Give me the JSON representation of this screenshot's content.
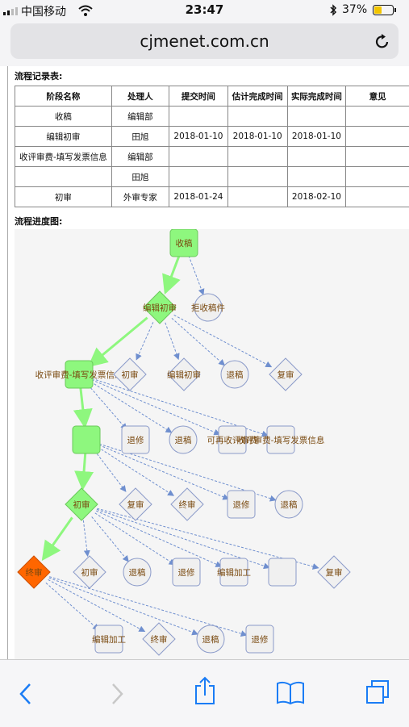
{
  "status_bar": {
    "carrier": "中国移动",
    "time": "23:47",
    "battery": "37%"
  },
  "browser": {
    "url": "cjmenet.com.cn"
  },
  "records": {
    "title": "流程记录表:",
    "headers": [
      "阶段名称",
      "处理人",
      "提交时间",
      "估计完成时间",
      "实际完成时间",
      "意见"
    ],
    "rows": [
      [
        "收稿",
        "编辑部",
        "",
        "",
        "",
        ""
      ],
      [
        "编辑初审",
        "田旭",
        "2018-01-10",
        "2018-01-10",
        "2018-01-10",
        ""
      ],
      [
        "收评审费-填写发票信息",
        "编辑部",
        "",
        "",
        "",
        ""
      ],
      [
        "",
        "田旭",
        "",
        "",
        "",
        ""
      ],
      [
        "初审",
        "外审专家",
        "2018-01-24",
        "",
        "2018-02-10",
        ""
      ]
    ]
  },
  "diagram": {
    "title": "流程进度图:",
    "colors": {
      "done": "#8ef77e",
      "current": "#ff6600",
      "pending": "#f0f0f0",
      "flow_line": "#8ef77e",
      "branch_line": "#6f8fcf",
      "label": "#7a4a10"
    },
    "nodes": [
      {
        "id": "n1",
        "label": "收稿",
        "shape": "rect",
        "state": "done"
      },
      {
        "id": "n2",
        "label": "编辑初审",
        "shape": "diamond",
        "state": "done"
      },
      {
        "id": "n3",
        "label": "拒收稿件",
        "shape": "circle",
        "state": "pending"
      },
      {
        "id": "n4",
        "label": "收评审费-填写发票信息",
        "shape": "rect",
        "state": "done"
      },
      {
        "id": "n5",
        "label": "初审",
        "shape": "diamond",
        "state": "pending"
      },
      {
        "id": "n6",
        "label": "编辑初审",
        "shape": "diamond",
        "state": "pending"
      },
      {
        "id": "n7",
        "label": "退稿",
        "shape": "circle",
        "state": "pending"
      },
      {
        "id": "n8",
        "label": "复审",
        "shape": "diamond",
        "state": "pending"
      },
      {
        "id": "n9",
        "label": "",
        "shape": "rect",
        "state": "done"
      },
      {
        "id": "n10",
        "label": "退修",
        "shape": "rect",
        "state": "pending"
      },
      {
        "id": "n11",
        "label": "退稿",
        "shape": "circle",
        "state": "pending"
      },
      {
        "id": "n12",
        "label": "可再收评审费",
        "shape": "rect",
        "state": "pending"
      },
      {
        "id": "n13",
        "label": "收评审费-填写发票信息",
        "shape": "rect",
        "state": "pending"
      },
      {
        "id": "n14",
        "label": "初审",
        "shape": "diamond",
        "state": "done"
      },
      {
        "id": "n15",
        "label": "复审",
        "shape": "diamond",
        "state": "pending"
      },
      {
        "id": "n16",
        "label": "终审",
        "shape": "diamond",
        "state": "pending"
      },
      {
        "id": "n17",
        "label": "退修",
        "shape": "rect",
        "state": "pending"
      },
      {
        "id": "n18",
        "label": "退稿",
        "shape": "circle",
        "state": "pending"
      },
      {
        "id": "n19",
        "label": "终审",
        "shape": "diamond",
        "state": "current"
      },
      {
        "id": "n20",
        "label": "初审",
        "shape": "diamond",
        "state": "pending"
      },
      {
        "id": "n21",
        "label": "退稿",
        "shape": "circle",
        "state": "pending"
      },
      {
        "id": "n22",
        "label": "退修",
        "shape": "rect",
        "state": "pending"
      },
      {
        "id": "n23",
        "label": "编辑加工",
        "shape": "rect",
        "state": "pending"
      },
      {
        "id": "n24",
        "label": "",
        "shape": "rect",
        "state": "pending"
      },
      {
        "id": "n25",
        "label": "复审",
        "shape": "diamond",
        "state": "pending"
      },
      {
        "id": "n26",
        "label": "编辑加工",
        "shape": "rect",
        "state": "pending"
      },
      {
        "id": "n27",
        "label": "终审",
        "shape": "diamond",
        "state": "pending"
      },
      {
        "id": "n28",
        "label": "退稿",
        "shape": "circle",
        "state": "pending"
      },
      {
        "id": "n29",
        "label": "退修",
        "shape": "rect",
        "state": "pending"
      }
    ],
    "edges": [
      {
        "from": "n1",
        "to": "n2",
        "kind": "flow"
      },
      {
        "from": "n1",
        "to": "n3",
        "kind": "branch"
      },
      {
        "from": "n2",
        "to": "n4",
        "kind": "flow"
      },
      {
        "from": "n2",
        "to": "n5",
        "kind": "branch"
      },
      {
        "from": "n2",
        "to": "n6",
        "kind": "branch"
      },
      {
        "from": "n2",
        "to": "n7",
        "kind": "branch"
      },
      {
        "from": "n2",
        "to": "n8",
        "kind": "branch"
      },
      {
        "from": "n4",
        "to": "n9",
        "kind": "flow"
      },
      {
        "from": "n4",
        "to": "n10",
        "kind": "branch"
      },
      {
        "from": "n4",
        "to": "n11",
        "kind": "branch"
      },
      {
        "from": "n4",
        "to": "n12",
        "kind": "branch"
      },
      {
        "from": "n4",
        "to": "n13",
        "kind": "branch"
      },
      {
        "from": "n9",
        "to": "n14",
        "kind": "flow"
      },
      {
        "from": "n9",
        "to": "n15",
        "kind": "branch"
      },
      {
        "from": "n9",
        "to": "n16",
        "kind": "branch"
      },
      {
        "from": "n9",
        "to": "n17",
        "kind": "branch"
      },
      {
        "from": "n9",
        "to": "n18",
        "kind": "branch"
      },
      {
        "from": "n14",
        "to": "n19",
        "kind": "flow"
      },
      {
        "from": "n14",
        "to": "n20",
        "kind": "branch"
      },
      {
        "from": "n14",
        "to": "n21",
        "kind": "branch"
      },
      {
        "from": "n14",
        "to": "n22",
        "kind": "branch"
      },
      {
        "from": "n14",
        "to": "n23",
        "kind": "branch"
      },
      {
        "from": "n14",
        "to": "n24",
        "kind": "branch"
      },
      {
        "from": "n14",
        "to": "n25",
        "kind": "branch"
      },
      {
        "from": "n19",
        "to": "n26",
        "kind": "branch"
      },
      {
        "from": "n19",
        "to": "n27",
        "kind": "branch"
      },
      {
        "from": "n19",
        "to": "n28",
        "kind": "branch"
      },
      {
        "from": "n19",
        "to": "n29",
        "kind": "branch"
      }
    ]
  }
}
